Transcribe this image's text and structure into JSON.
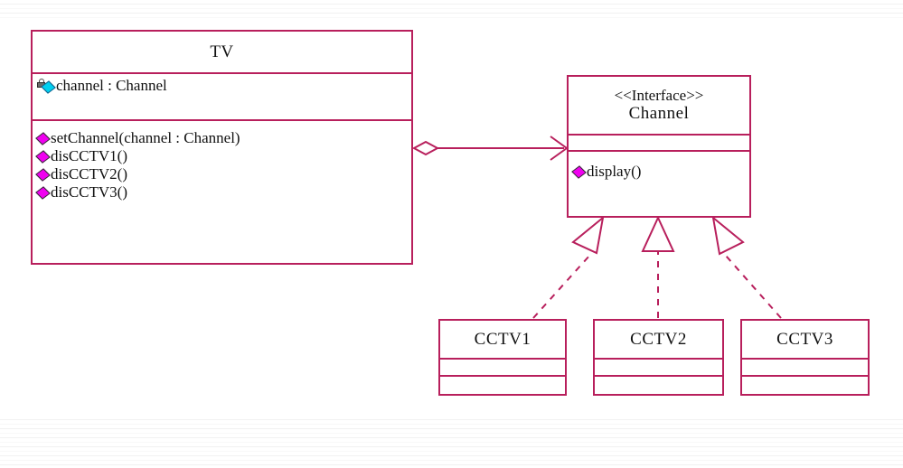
{
  "diagram": {
    "title": "TV / Channel UML class diagram",
    "accent_color": "#b81f5c",
    "text_color": "#111111",
    "background_color": "#ffffff",
    "icon_colors": {
      "operation_diamond": "#f000f0",
      "attribute_diamond": "#00d0f0",
      "lock": "#6b6b6b"
    }
  },
  "classes": {
    "tv": {
      "name": "TV",
      "attributes": [
        {
          "icon": "private-attribute-icon",
          "text": "channel : Channel"
        }
      ],
      "operations": [
        {
          "icon": "public-operation-icon",
          "text": "setChannel(channel : Channel)"
        },
        {
          "icon": "public-operation-icon",
          "text": "disCCTV1()"
        },
        {
          "icon": "public-operation-icon",
          "text": "disCCTV2()"
        },
        {
          "icon": "public-operation-icon",
          "text": "disCCTV3()"
        }
      ]
    },
    "channel": {
      "stereotype": "<<Interface>>",
      "name": "Channel",
      "attributes": [],
      "operations": [
        {
          "icon": "public-operation-icon",
          "text": "display()"
        }
      ]
    },
    "cctv1": {
      "name": "CCTV1",
      "attributes": [],
      "operations": []
    },
    "cctv2": {
      "name": "CCTV2",
      "attributes": [],
      "operations": []
    },
    "cctv3": {
      "name": "CCTV3",
      "attributes": [],
      "operations": []
    }
  },
  "relationships": [
    {
      "id": "tv-channel",
      "type": "aggregation-directed-association",
      "source": "TV",
      "target": "Channel",
      "source_decoration": "hollow-diamond",
      "target_decoration": "open-arrow",
      "line_style": "solid"
    },
    {
      "id": "cctv1-channel",
      "type": "realization",
      "source": "CCTV1",
      "target": "Channel",
      "target_decoration": "hollow-triangle",
      "line_style": "dashed"
    },
    {
      "id": "cctv2-channel",
      "type": "realization",
      "source": "CCTV2",
      "target": "Channel",
      "target_decoration": "hollow-triangle",
      "line_style": "dashed"
    },
    {
      "id": "cctv3-channel",
      "type": "realization",
      "source": "CCTV3",
      "target": "Channel",
      "target_decoration": "hollow-triangle",
      "line_style": "dashed"
    }
  ]
}
